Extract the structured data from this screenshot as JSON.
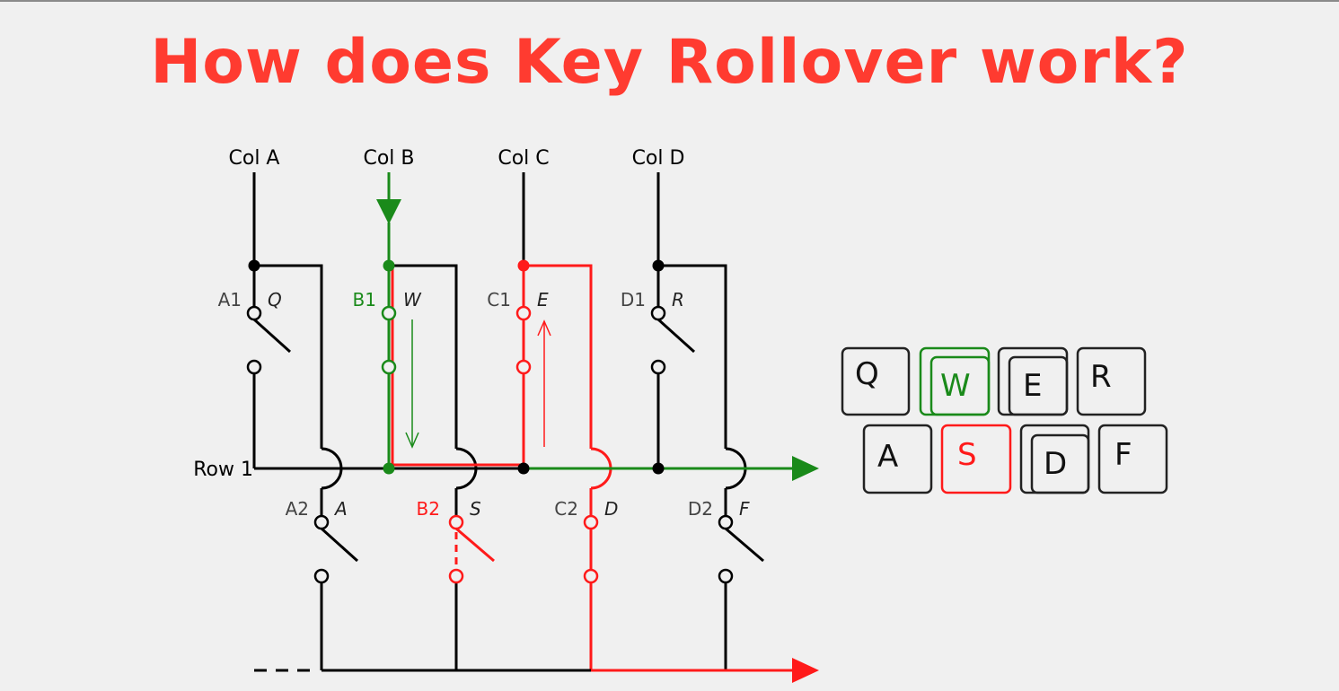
{
  "title": "How does Key Rollover work?",
  "columns": [
    "Col A",
    "Col B",
    "Col C",
    "Col D"
  ],
  "rows": [
    "Row 1"
  ],
  "switches": {
    "row1": [
      {
        "id": "A1",
        "key": "Q"
      },
      {
        "id": "B1",
        "key": "W"
      },
      {
        "id": "C1",
        "key": "E"
      },
      {
        "id": "D1",
        "key": "R"
      }
    ],
    "row2": [
      {
        "id": "A2",
        "key": "A"
      },
      {
        "id": "B2",
        "key": "S"
      },
      {
        "id": "C2",
        "key": "D"
      },
      {
        "id": "D2",
        "key": "F"
      }
    ]
  },
  "keyboard": {
    "top": [
      {
        "key": "Q",
        "state": "normal"
      },
      {
        "key": "W",
        "state": "pressed-green"
      },
      {
        "key": "E",
        "state": "pressed"
      },
      {
        "key": "R",
        "state": "normal"
      }
    ],
    "bottom": [
      {
        "key": "A",
        "state": "normal"
      },
      {
        "key": "S",
        "state": "highlight-red"
      },
      {
        "key": "D",
        "state": "pressed"
      },
      {
        "key": "F",
        "state": "normal"
      }
    ]
  },
  "colors": {
    "title": "#ff3b30",
    "green": "#1a8a1a",
    "red": "#ff1a1a",
    "wire": "#000000",
    "label_gray": "#444444"
  }
}
